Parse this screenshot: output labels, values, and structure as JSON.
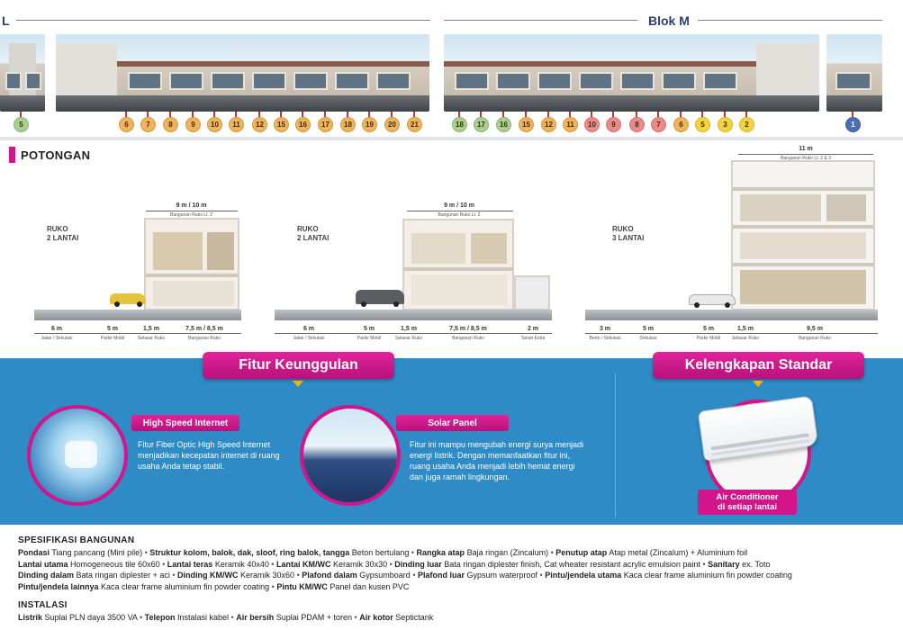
{
  "header": {
    "block_left": "L",
    "block_right": "Blok M"
  },
  "lots": [
    {
      "n": "5",
      "color": "#a8d08d"
    },
    {
      "n": "6",
      "color": "#f0b35a"
    },
    {
      "n": "7",
      "color": "#f0b35a"
    },
    {
      "n": "8",
      "color": "#f0b35a"
    },
    {
      "n": "9",
      "color": "#f0b35a"
    },
    {
      "n": "10",
      "color": "#f0b35a"
    },
    {
      "n": "11",
      "color": "#f0b35a"
    },
    {
      "n": "12",
      "color": "#f0b35a"
    },
    {
      "n": "15",
      "color": "#f0b35a"
    },
    {
      "n": "16",
      "color": "#f0b35a"
    },
    {
      "n": "17",
      "color": "#f0b35a"
    },
    {
      "n": "18",
      "color": "#f0b35a"
    },
    {
      "n": "19",
      "color": "#f0b35a"
    },
    {
      "n": "20",
      "color": "#f0b35a"
    },
    {
      "n": "21",
      "color": "#f0b35a"
    },
    {
      "n": "18",
      "color": "#a8d08d"
    },
    {
      "n": "17",
      "color": "#a8d08d"
    },
    {
      "n": "16",
      "color": "#a8d08d"
    },
    {
      "n": "15",
      "color": "#f0b35a"
    },
    {
      "n": "12",
      "color": "#f0b35a"
    },
    {
      "n": "11",
      "color": "#f0b35a"
    },
    {
      "n": "10",
      "color": "#ec8a8a"
    },
    {
      "n": "9",
      "color": "#ec8a8a"
    },
    {
      "n": "8",
      "color": "#ec8a8a"
    },
    {
      "n": "7",
      "color": "#ec8a8a"
    },
    {
      "n": "6",
      "color": "#f0b35a"
    },
    {
      "n": "5",
      "color": "#f5d33b"
    },
    {
      "n": "3",
      "color": "#f5d33b"
    },
    {
      "n": "2",
      "color": "#f5d33b"
    },
    {
      "n": "1",
      "color": "#4a6fb5"
    }
  ],
  "potongan": {
    "title": "POTONGAN",
    "section1": {
      "label_line1": "RUKO",
      "label_line2": "2 LANTAI",
      "top_dim": "9 m / 10 m",
      "top_sub": "Bangunan Ruko Lt. 2",
      "dims": [
        {
          "v": "6 m",
          "s": "Jalan / Sirkulasi"
        },
        {
          "v": "5 m",
          "s": "Parkir Mobil"
        },
        {
          "v": "1,5 m",
          "s": "Selasar Ruko"
        },
        {
          "v": "7,5 m / 8,5 m",
          "s": "Bangunan Ruko"
        }
      ]
    },
    "section2": {
      "label_line1": "RUKO",
      "label_line2": "2 LANTAI",
      "top_dim": "9 m / 10 m",
      "top_sub": "Bangunan Ruko Lt. 2",
      "dims": [
        {
          "v": "6 m",
          "s": "Jalan / Sirkulasi"
        },
        {
          "v": "5 m",
          "s": "Parkir Mobil"
        },
        {
          "v": "1,5 m",
          "s": "Selasar Ruko"
        },
        {
          "v": "7,5 m / 8,5 m",
          "s": "Bangunan Ruko"
        },
        {
          "v": "2 m",
          "s": "Tanah Extra"
        }
      ]
    },
    "section3": {
      "label_line1": "RUKO",
      "label_line2": "3 LANTAI",
      "top_dim": "11 m",
      "top_sub": "Bangunan Ruko Lt. 2 & 3",
      "dims": [
        {
          "v": "3 m",
          "s": "Berm / Sirkulasi"
        },
        {
          "v": "5 m",
          "s": "Sirkulasi"
        },
        {
          "v": "5 m",
          "s": "Parkir Mobil"
        },
        {
          "v": "1,5 m",
          "s": "Selasar Ruko"
        },
        {
          "v": "9,5 m",
          "s": "Bangunan Ruko"
        }
      ]
    }
  },
  "features": {
    "title": "Fitur Keunggulan",
    "internet_title": "High Speed Internet",
    "internet_desc": "Fitur Fiber Optic High Speed Internet menjadikan kecepatan internet di ruang usaha Anda tetap stabil.",
    "solar_title": "Solar Panel",
    "solar_desc": "Fitur ini mampu mengubah energi surya menjadi energi listrik. Dengan memanfaatkan fitur ini, ruang usaha Anda menjadi lebih hemat energi dan juga ramah lingkungan."
  },
  "standard": {
    "title": "Kelengkapan Standar",
    "ac_line1": "Air Conditioner",
    "ac_line2": "di setiap lantai"
  },
  "specs": {
    "heading": "SPESIFIKASI BANGUNAN",
    "items": [
      {
        "k": "Pondasi",
        "v": "Tiang pancang (Mini pile)"
      },
      {
        "k": "Struktur kolom, balok, dak, sloof, ring balok, tangga",
        "v": "Beton bertulang"
      },
      {
        "k": "Rangka atap",
        "v": "Baja ringan (Zincalum)"
      },
      {
        "k": "Penutup atap",
        "v": "Atap metal (Zincalum) + Aluminium foil"
      },
      {
        "k": "Lantai utama",
        "v": "Homogeneous tile 60x60"
      },
      {
        "k": "Lantai teras",
        "v": "Keramik 40x40"
      },
      {
        "k": "Lantai KM/WC",
        "v": "Keramik 30x30"
      },
      {
        "k": "Dinding luar",
        "v": "Bata ringan diplester finish, Cat wheater resistant acrylic emulsion paint"
      },
      {
        "k": "Sanitary",
        "v": "ex. Toto"
      },
      {
        "k": "Dinding dalam",
        "v": "Bata ringan diplester + aci"
      },
      {
        "k": "Dinding KM/WC",
        "v": "Keramik 30x60"
      },
      {
        "k": "Plafond dalam",
        "v": "Gypsumboard"
      },
      {
        "k": "Plafond luar",
        "v": "Gypsum waterproof"
      },
      {
        "k": "Pintu/jendela utama",
        "v": "Kaca clear frame aluminium fin powder coating"
      },
      {
        "k": "Pintu/jendela lainnya",
        "v": "Kaca clear frame aluminium fin powder coating"
      },
      {
        "k": "Pintu KM/WC",
        "v": "Panel dan kusen PVC"
      }
    ]
  },
  "install": {
    "heading": "INSTALASI",
    "items": [
      {
        "k": "Listrik",
        "v": "Suplai PLN daya 3500 VA"
      },
      {
        "k": "Telepon",
        "v": "Instalasi kabel"
      },
      {
        "k": "Air bersih",
        "v": "Suplai PDAM + toren"
      },
      {
        "k": "Air kotor",
        "v": "Septictank"
      }
    ]
  }
}
